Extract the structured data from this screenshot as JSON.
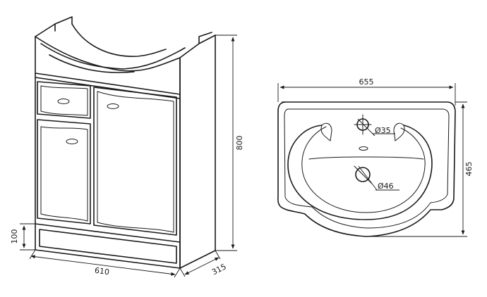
{
  "cabinet": {
    "dims": {
      "height": "800",
      "width": "610",
      "depth": "315",
      "plinth": "100"
    }
  },
  "basin": {
    "dims": {
      "width": "655",
      "depth": "465",
      "tap_hole": "Ø35",
      "drain_hole": "Ø46"
    }
  },
  "colors": {
    "line": "#1a1a1a",
    "background": "#ffffff"
  }
}
